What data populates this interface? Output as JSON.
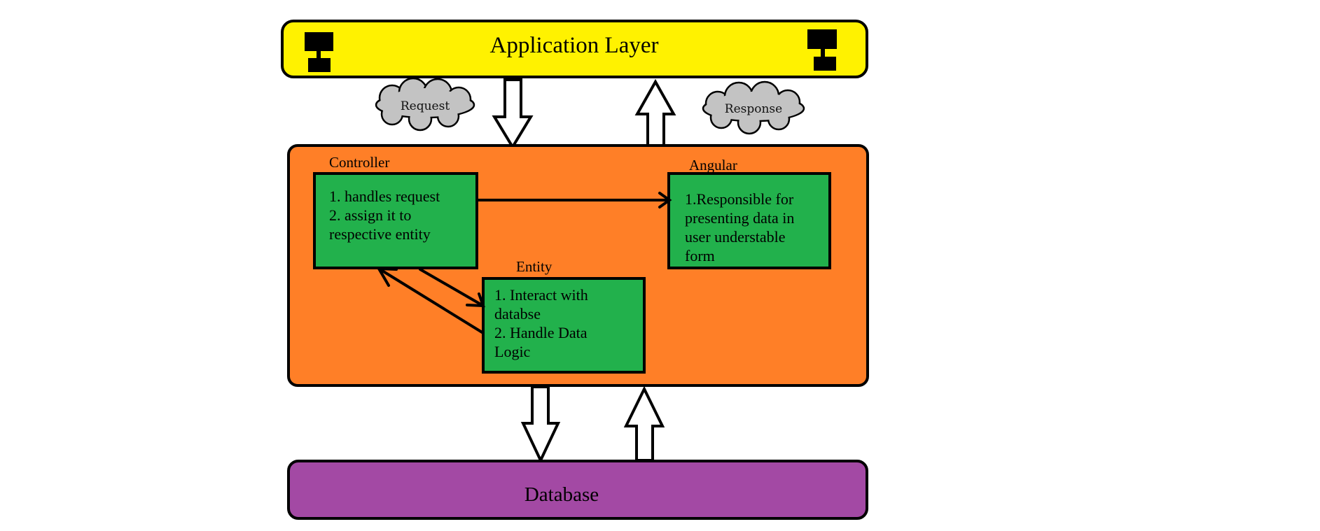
{
  "colors": {
    "app_layer": "#FFF200",
    "middle_layer": "#FF7F27",
    "component_box": "#22B14C",
    "database": "#A349A4",
    "cloud": "#C3C3C3",
    "outline": "#000000",
    "background": "#FFFFFF"
  },
  "application_layer": {
    "label": "Application Layer",
    "icons": [
      "network-icon",
      "network-icon"
    ]
  },
  "request_cloud": {
    "label": "Request"
  },
  "response_cloud": {
    "label": "Response"
  },
  "controller": {
    "title": "Controller",
    "lines": [
      "1. handles request",
      "2. assign it to",
      "respective entity"
    ]
  },
  "angular": {
    "title": "Angular",
    "lines": [
      "1.Responsible for",
      "presenting data in",
      "user understable",
      "form"
    ]
  },
  "entity": {
    "title": "Entity",
    "lines": [
      "1. Interact with",
      "databse",
      "2. Handle Data",
      "Logic"
    ]
  },
  "database": {
    "label": "Database"
  }
}
